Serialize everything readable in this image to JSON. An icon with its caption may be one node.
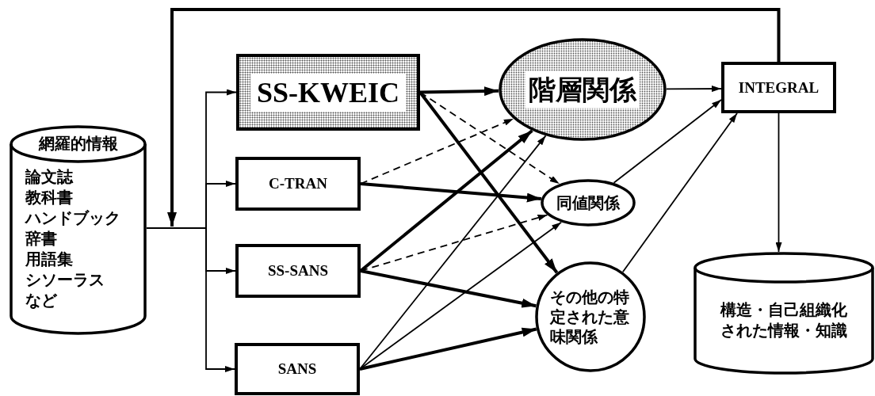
{
  "diagram": {
    "nodes": [
      {
        "text": [
          "網羅的情報",
          "論文誌",
          "教科書",
          "ハンドブック",
          "辞書",
          "用語集",
          "シソーラス",
          "など"
        ]
      },
      {
        "text": [
          "SS-KWEIC"
        ]
      },
      {
        "text": [
          "C-TRAN"
        ]
      },
      {
        "text": [
          "SS-SANS"
        ]
      },
      {
        "text": [
          "SANS"
        ]
      },
      {
        "text": [
          "階層関係"
        ]
      },
      {
        "text": [
          "同値関係"
        ]
      },
      {
        "text": [
          "その他の特定された意味関係"
        ]
      },
      {
        "text": [
          "INTEGRAL"
        ]
      },
      {
        "text": [
          "構造・自己組織化された情報・知識"
        ]
      }
    ],
    "edges": [
      {
        "from": 0,
        "to": 1,
        "arrow": "to"
      },
      {
        "from": 0,
        "to": 2,
        "arrow": "to"
      },
      {
        "from": 0,
        "to": 3,
        "arrow": "to"
      },
      {
        "from": 0,
        "to": 4,
        "arrow": "to"
      },
      {
        "from": 8,
        "to": 0,
        "arrow": "to",
        "style": "thick"
      },
      {
        "from": 1,
        "to": 5,
        "arrow": "to",
        "style": "thick"
      },
      {
        "from": 1,
        "to": 6,
        "arrow": "to",
        "style": "dashed"
      },
      {
        "from": 1,
        "to": 7,
        "arrow": "to",
        "style": "thick"
      },
      {
        "from": 2,
        "to": 5,
        "arrow": "to",
        "style": "dashed"
      },
      {
        "from": 2,
        "to": 6,
        "arrow": "to",
        "style": "thick"
      },
      {
        "from": 3,
        "to": 5,
        "arrow": "to",
        "style": "thick"
      },
      {
        "from": 3,
        "to": 6,
        "arrow": "to",
        "style": "dashed"
      },
      {
        "from": 3,
        "to": 7,
        "arrow": "to",
        "style": "thick"
      },
      {
        "from": 4,
        "to": 5,
        "arrow": "to"
      },
      {
        "from": 4,
        "to": 6,
        "arrow": "to"
      },
      {
        "from": 4,
        "to": 7,
        "arrow": "to",
        "style": "thick"
      },
      {
        "from": 5,
        "to": 8,
        "arrow": "to"
      },
      {
        "from": 6,
        "to": 8,
        "arrow": "to"
      },
      {
        "from": 7,
        "to": 8,
        "arrow": "to"
      },
      {
        "from": 8,
        "to": 9,
        "arrow": "to"
      }
    ]
  }
}
